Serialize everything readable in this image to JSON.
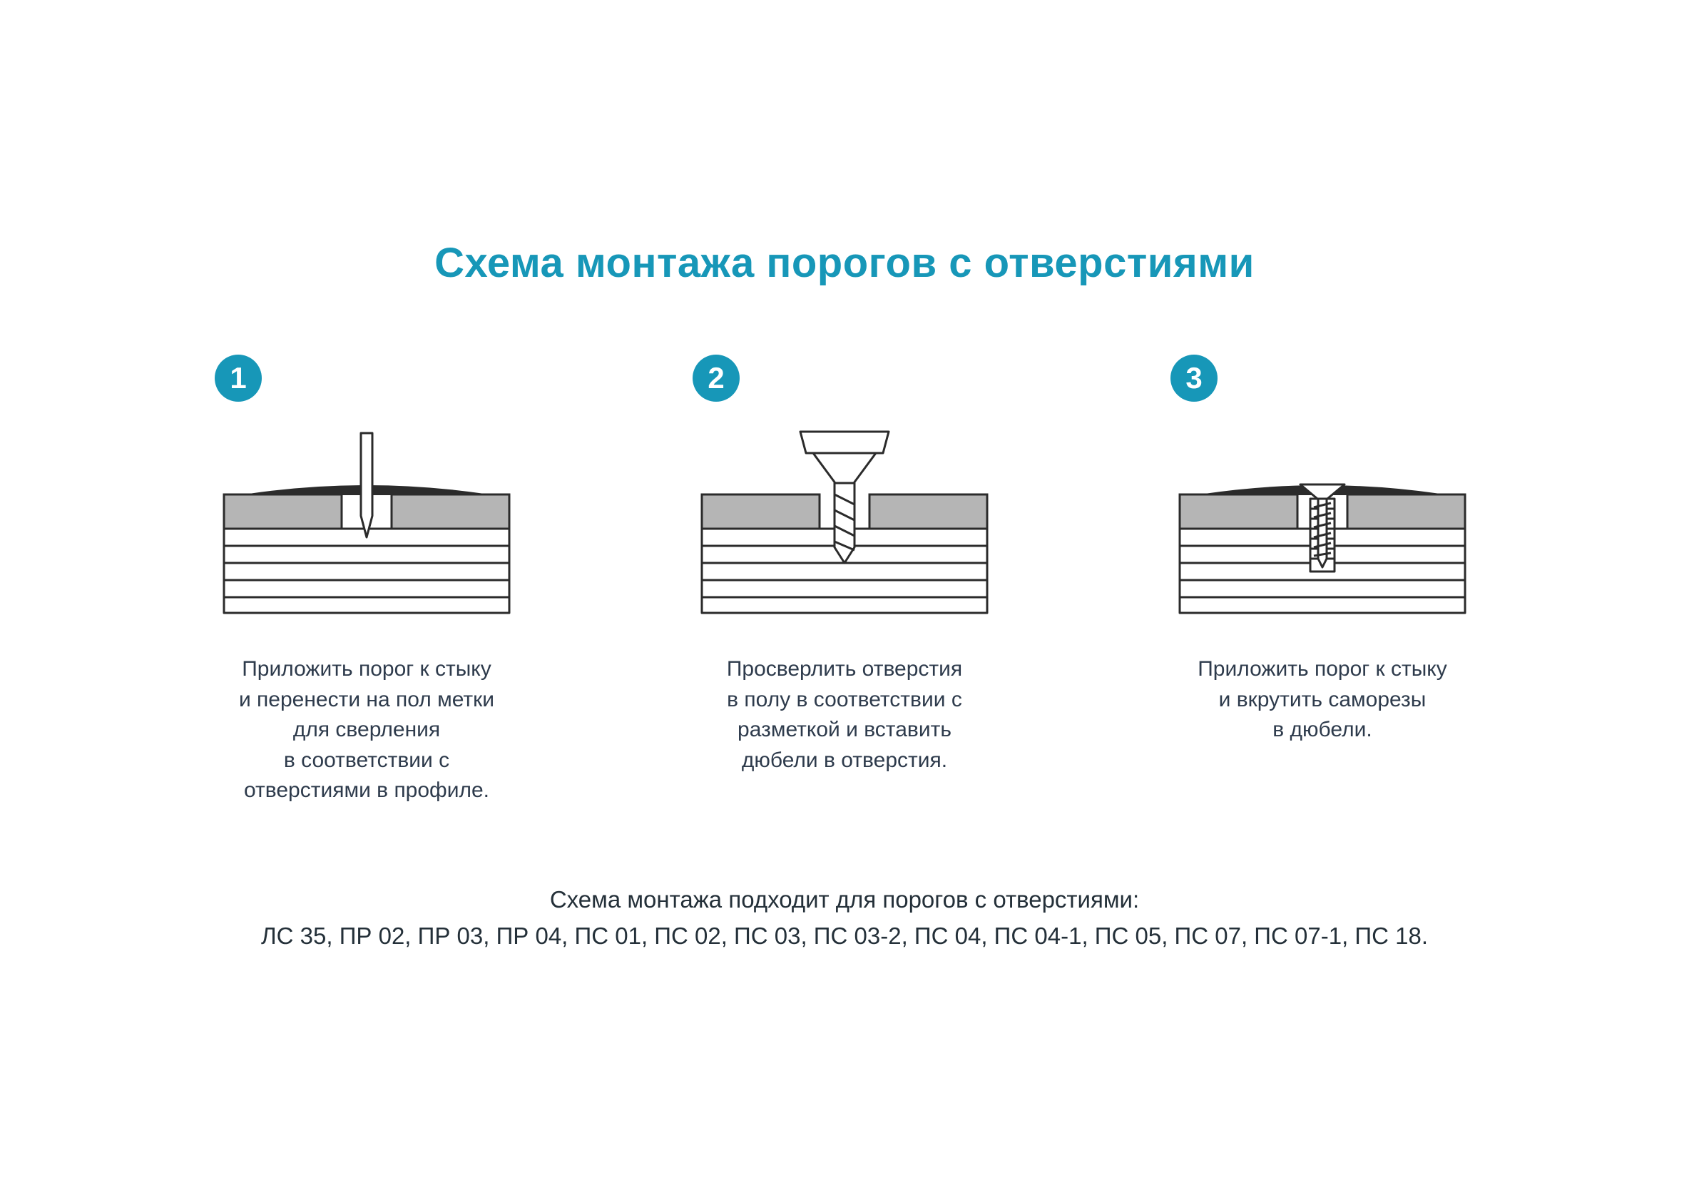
{
  "theme": {
    "accent": "#1797b8",
    "text": "#2e3b4c",
    "footer": "#243039",
    "ink": "#2b2b2b",
    "gray": "#b5b5b5"
  },
  "title": "Схема монтажа порогов с отверстиями",
  "steps": [
    {
      "number": "1",
      "icon": "marking-awl-icon",
      "caption": "Приложить порог к стыку\nи перенести на пол метки\nдля сверления\nв соответствии с\nотверстиями в профиле."
    },
    {
      "number": "2",
      "icon": "drill-icon",
      "caption": "Просверлить отверстия\nв полу в соответствии с\nразметкой и вставить\nдюбели в отверстия."
    },
    {
      "number": "3",
      "icon": "screw-icon",
      "caption": "Приложить порог к стыку\nи вкрутить саморезы\nв дюбели."
    }
  ],
  "footer": {
    "line1": "Схема монтажа подходит для порогов с отверстиями:",
    "line2": "ЛС 35, ПР 02, ПР 03, ПР 04, ПС 01, ПС 02, ПС 03, ПС 03-2, ПС 04, ПС 04-1, ПС 05, ПС 07, ПС 07-1, ПС 18."
  }
}
